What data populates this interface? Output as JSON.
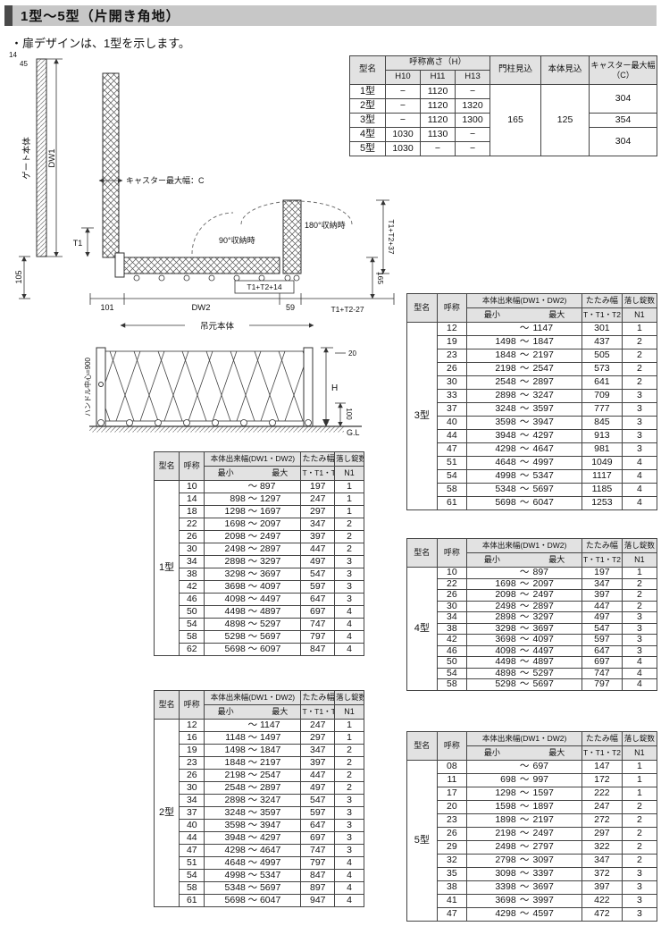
{
  "page": {
    "title": "1型～5型（片開き角地）",
    "note": "・扉デザインは、1型を示します。"
  },
  "spec_table": {
    "headers": {
      "model": "型名",
      "height": "呼称高さ（H）",
      "h10": "H10",
      "h11": "H11",
      "h13": "H13",
      "pillar": "門柱見込",
      "body": "本体見込",
      "caster": "キャスター最大幅（C）"
    },
    "rows": [
      {
        "model": "1型",
        "h10": "−",
        "h11": "1120",
        "h13": "−"
      },
      {
        "model": "2型",
        "h10": "−",
        "h11": "1120",
        "h13": "1320"
      },
      {
        "model": "3型",
        "h10": "−",
        "h11": "1120",
        "h13": "1300"
      },
      {
        "model": "4型",
        "h10": "1030",
        "h11": "1130",
        "h13": "−"
      },
      {
        "model": "5型",
        "h10": "1030",
        "h11": "−",
        "h13": "−"
      }
    ],
    "pillar_depth": "165",
    "body_depth": "125",
    "caster_1_2": "304",
    "caster_3": "354",
    "caster_4_5": "304"
  },
  "size_table_headers": {
    "model": "型名",
    "name": "呼称",
    "width": "本体出来幅(DW1・DW2)",
    "min": "最小",
    "max": "最大",
    "tilde": "～",
    "fold": "たたみ幅",
    "fold_sub": "T・T1・T2",
    "lock": "落し錠数",
    "lock_sub": "N1"
  },
  "size_tables": [
    {
      "model": "1型",
      "rows": [
        [
          "10",
          "",
          "897",
          "197",
          "1"
        ],
        [
          "14",
          "898",
          "1297",
          "247",
          "1"
        ],
        [
          "18",
          "1298",
          "1697",
          "297",
          "1"
        ],
        [
          "22",
          "1698",
          "2097",
          "347",
          "2"
        ],
        [
          "26",
          "2098",
          "2497",
          "397",
          "2"
        ],
        [
          "30",
          "2498",
          "2897",
          "447",
          "2"
        ],
        [
          "34",
          "2898",
          "3297",
          "497",
          "3"
        ],
        [
          "38",
          "3298",
          "3697",
          "547",
          "3"
        ],
        [
          "42",
          "3698",
          "4097",
          "597",
          "3"
        ],
        [
          "46",
          "4098",
          "4497",
          "647",
          "3"
        ],
        [
          "50",
          "4498",
          "4897",
          "697",
          "4"
        ],
        [
          "54",
          "4898",
          "5297",
          "747",
          "4"
        ],
        [
          "58",
          "5298",
          "5697",
          "797",
          "4"
        ],
        [
          "62",
          "5698",
          "6097",
          "847",
          "4"
        ]
      ]
    },
    {
      "model": "2型",
      "rows": [
        [
          "12",
          "",
          "1147",
          "247",
          "1"
        ],
        [
          "16",
          "1148",
          "1497",
          "297",
          "1"
        ],
        [
          "19",
          "1498",
          "1847",
          "347",
          "2"
        ],
        [
          "23",
          "1848",
          "2197",
          "397",
          "2"
        ],
        [
          "26",
          "2198",
          "2547",
          "447",
          "2"
        ],
        [
          "30",
          "2548",
          "2897",
          "497",
          "2"
        ],
        [
          "34",
          "2898",
          "3247",
          "547",
          "3"
        ],
        [
          "37",
          "3248",
          "3597",
          "597",
          "3"
        ],
        [
          "40",
          "3598",
          "3947",
          "647",
          "3"
        ],
        [
          "44",
          "3948",
          "4297",
          "697",
          "3"
        ],
        [
          "47",
          "4298",
          "4647",
          "747",
          "3"
        ],
        [
          "51",
          "4648",
          "4997",
          "797",
          "4"
        ],
        [
          "54",
          "4998",
          "5347",
          "847",
          "4"
        ],
        [
          "58",
          "5348",
          "5697",
          "897",
          "4"
        ],
        [
          "61",
          "5698",
          "6047",
          "947",
          "4"
        ]
      ]
    },
    {
      "model": "3型",
      "rows": [
        [
          "12",
          "",
          "1147",
          "301",
          "1"
        ],
        [
          "19",
          "1498",
          "1847",
          "437",
          "2"
        ],
        [
          "23",
          "1848",
          "2197",
          "505",
          "2"
        ],
        [
          "26",
          "2198",
          "2547",
          "573",
          "2"
        ],
        [
          "30",
          "2548",
          "2897",
          "641",
          "2"
        ],
        [
          "33",
          "2898",
          "3247",
          "709",
          "3"
        ],
        [
          "37",
          "3248",
          "3597",
          "777",
          "3"
        ],
        [
          "40",
          "3598",
          "3947",
          "845",
          "3"
        ],
        [
          "44",
          "3948",
          "4297",
          "913",
          "3"
        ],
        [
          "47",
          "4298",
          "4647",
          "981",
          "3"
        ],
        [
          "51",
          "4648",
          "4997",
          "1049",
          "4"
        ],
        [
          "54",
          "4998",
          "5347",
          "1117",
          "4"
        ],
        [
          "58",
          "5348",
          "5697",
          "1185",
          "4"
        ],
        [
          "61",
          "5698",
          "6047",
          "1253",
          "4"
        ]
      ]
    },
    {
      "model": "4型",
      "rows": [
        [
          "10",
          "",
          "897",
          "197",
          "1"
        ],
        [
          "22",
          "1698",
          "2097",
          "347",
          "2"
        ],
        [
          "26",
          "2098",
          "2497",
          "397",
          "2"
        ],
        [
          "30",
          "2498",
          "2897",
          "447",
          "2"
        ],
        [
          "34",
          "2898",
          "3297",
          "497",
          "3"
        ],
        [
          "38",
          "3298",
          "3697",
          "547",
          "3"
        ],
        [
          "42",
          "3698",
          "4097",
          "597",
          "3"
        ],
        [
          "46",
          "4098",
          "4497",
          "647",
          "3"
        ],
        [
          "50",
          "4498",
          "4897",
          "697",
          "4"
        ],
        [
          "54",
          "4898",
          "5297",
          "747",
          "4"
        ],
        [
          "58",
          "5298",
          "5697",
          "797",
          "4"
        ]
      ]
    },
    {
      "model": "5型",
      "rows": [
        [
          "08",
          "",
          "697",
          "147",
          "1"
        ],
        [
          "11",
          "698",
          "997",
          "172",
          "1"
        ],
        [
          "17",
          "1298",
          "1597",
          "222",
          "1"
        ],
        [
          "20",
          "1598",
          "1897",
          "247",
          "2"
        ],
        [
          "23",
          "1898",
          "2197",
          "272",
          "2"
        ],
        [
          "26",
          "2198",
          "2497",
          "297",
          "2"
        ],
        [
          "29",
          "2498",
          "2797",
          "322",
          "2"
        ],
        [
          "32",
          "2798",
          "3097",
          "347",
          "2"
        ],
        [
          "35",
          "3098",
          "3397",
          "372",
          "3"
        ],
        [
          "38",
          "3398",
          "3697",
          "397",
          "3"
        ],
        [
          "41",
          "3698",
          "3997",
          "422",
          "3"
        ],
        [
          "47",
          "4298",
          "4597",
          "472",
          "3"
        ]
      ]
    }
  ],
  "diagram": {
    "gate_body": "ゲート本体",
    "dw1": "DW1",
    "d14": "14",
    "d45": "45",
    "caster_width": "キャスター最大幅：C",
    "t1": "T1",
    "d105": "105",
    "d101": "101",
    "dw2": "DW2",
    "d59": "59",
    "deg90": "90°収納時",
    "deg180": "180°収納時",
    "t1t2_p14": "T1+T2+14",
    "t1t2_p37": "T1+T2+37",
    "t1t2_m27": "T1+T2-27",
    "d165": "165",
    "hinge_body": "吊元本体",
    "handle_center": "ハンドル中心=900",
    "h": "H",
    "d20": "20",
    "d100": "100",
    "gl": "G.L"
  }
}
